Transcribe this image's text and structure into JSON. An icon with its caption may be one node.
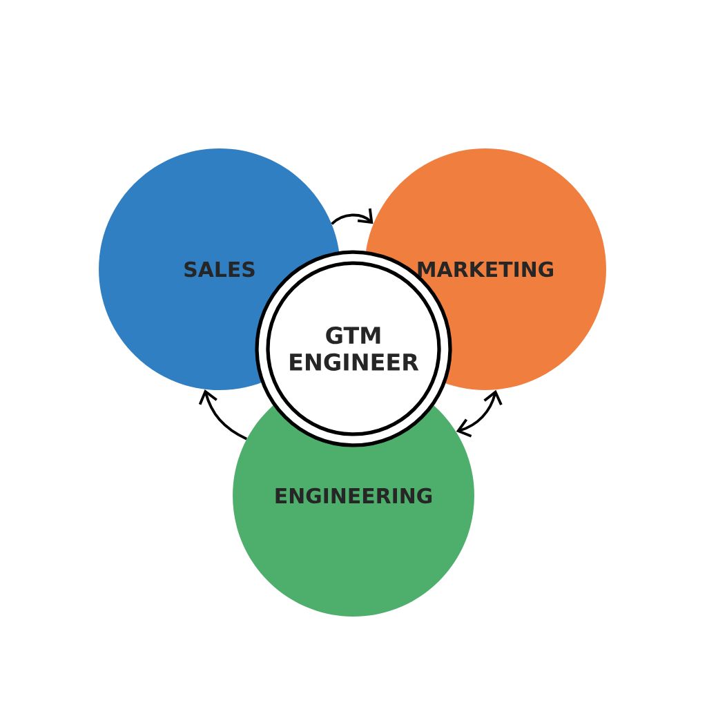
{
  "diagram": {
    "nodes": [
      {
        "text": [
          "SALES"
        ]
      },
      {
        "text": [
          "MARKETING"
        ]
      },
      {
        "text": [
          "ENGINEERING"
        ]
      },
      {
        "text": [
          "GTM ENGINEER"
        ]
      }
    ],
    "edges": [
      {
        "from": 0,
        "to": 1,
        "arrow": "to"
      },
      {
        "from": 2,
        "to": 0,
        "arrow": "to"
      },
      {
        "from": 1,
        "to": 2,
        "arrow": "both"
      }
    ]
  }
}
